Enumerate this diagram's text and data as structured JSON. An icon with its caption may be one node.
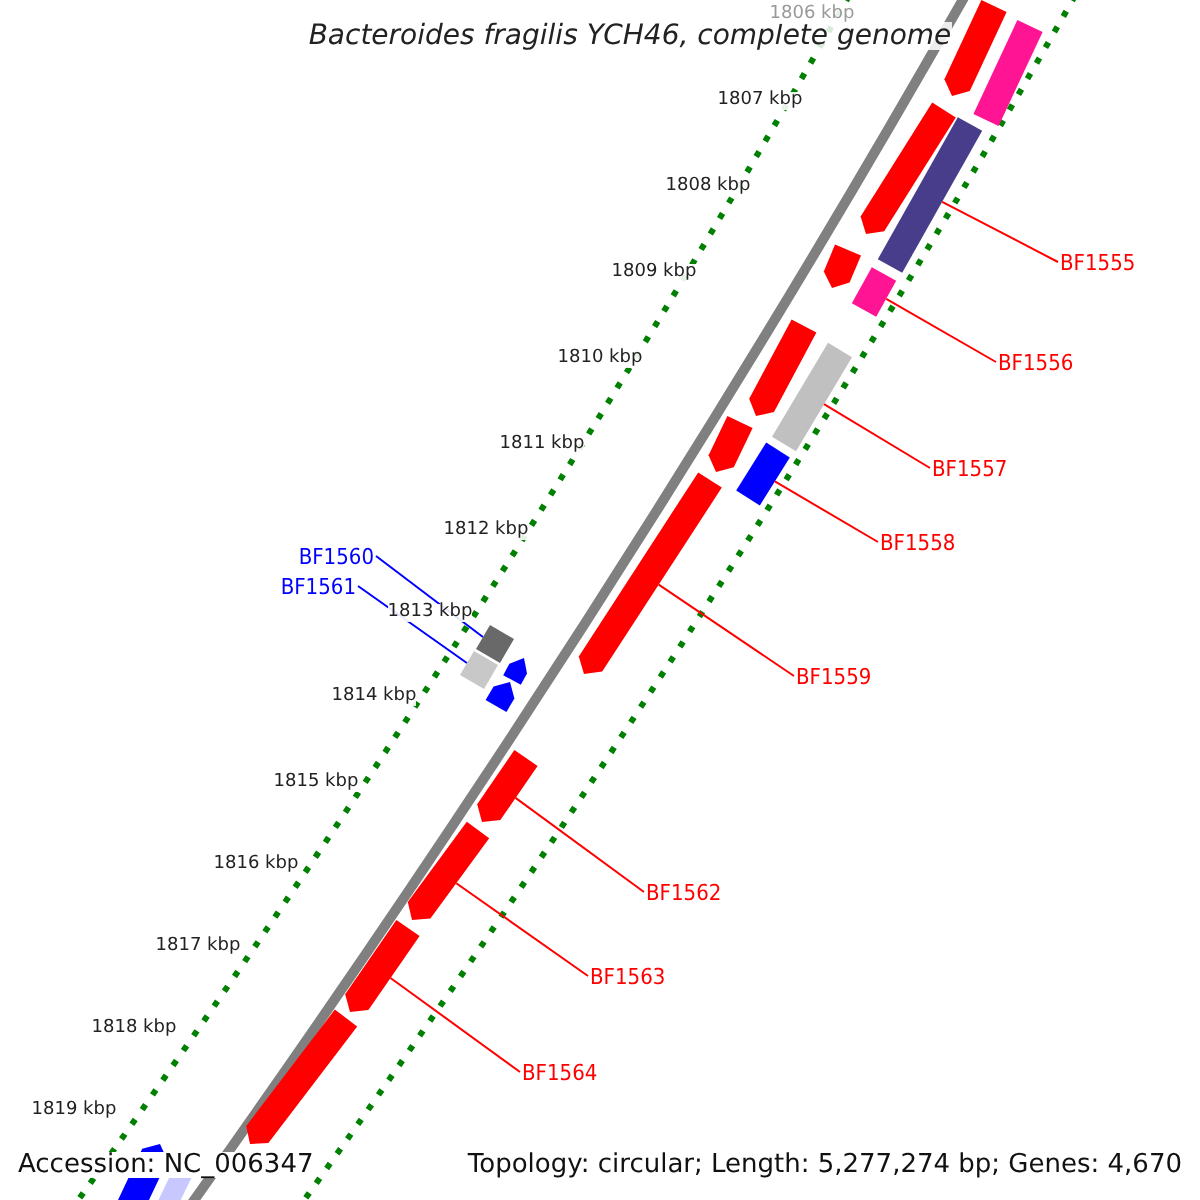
{
  "diagram": {
    "title": "Bacteroides fragilis YCH46, complete genome",
    "nodes": [
      {
        "text": [
          "BF1555"
        ]
      },
      {
        "text": [
          "BF1556"
        ]
      },
      {
        "text": [
          "BF1557"
        ]
      },
      {
        "text": [
          "BF1558"
        ]
      },
      {
        "text": [
          "BF1560"
        ]
      },
      {
        "text": [
          "BF1561"
        ]
      },
      {
        "text": [
          "BF1559"
        ]
      },
      {
        "text": [
          "BF1562"
        ]
      },
      {
        "text": [
          "BF1563"
        ]
      },
      {
        "text": [
          "BF1564"
        ]
      },
      {
        "text": [],
        "shape": "bar"
      },
      {
        "text": [],
        "shape": "bar"
      },
      {
        "text": [],
        "shape": "bar"
      },
      {
        "text": [],
        "shape": "bar"
      },
      {
        "text": [],
        "shape": "bar"
      },
      {
        "text": [],
        "shape": "bar"
      },
      {
        "text": [],
        "shape": "bar"
      },
      {
        "text": [],
        "shape": "bar"
      },
      {
        "text": [],
        "shape": "bar"
      },
      {
        "text": [],
        "shape": "bar"
      }
    ],
    "edges": [
      {
        "from": 0,
        "to": 10,
        "arrow": "none"
      },
      {
        "from": 1,
        "to": 11,
        "arrow": "none"
      },
      {
        "from": 2,
        "to": 12,
        "arrow": "none"
      },
      {
        "from": 3,
        "to": 13,
        "arrow": "none"
      },
      {
        "from": 4,
        "to": 14,
        "arrow": "none",
        "color": "#0000ff"
      },
      {
        "from": 5,
        "to": 15,
        "arrow": "none",
        "color": "#0000ff"
      },
      {
        "from": 6,
        "to": 16,
        "arrow": "none"
      },
      {
        "from": 7,
        "to": 17,
        "arrow": "none"
      },
      {
        "from": 8,
        "to": 18,
        "arrow": "none"
      },
      {
        "from": 9,
        "to": 19,
        "arrow": "none"
      }
    ],
    "labels": [
      "1806 kbp",
      "1807 kbp",
      "1808 kbp",
      "1809 kbp",
      "1810 kbp",
      "1811 kbp",
      "1812 kbp",
      "1813 kbp",
      "1814 kbp",
      "1815 kbp",
      "1816 kbp",
      "1817 kbp",
      "1818 kbp",
      "1819 kbp",
      "Accession: NC_006347",
      "Topology: circular; Length: 5,277,274 bp; Genes: 4,670"
    ]
  }
}
